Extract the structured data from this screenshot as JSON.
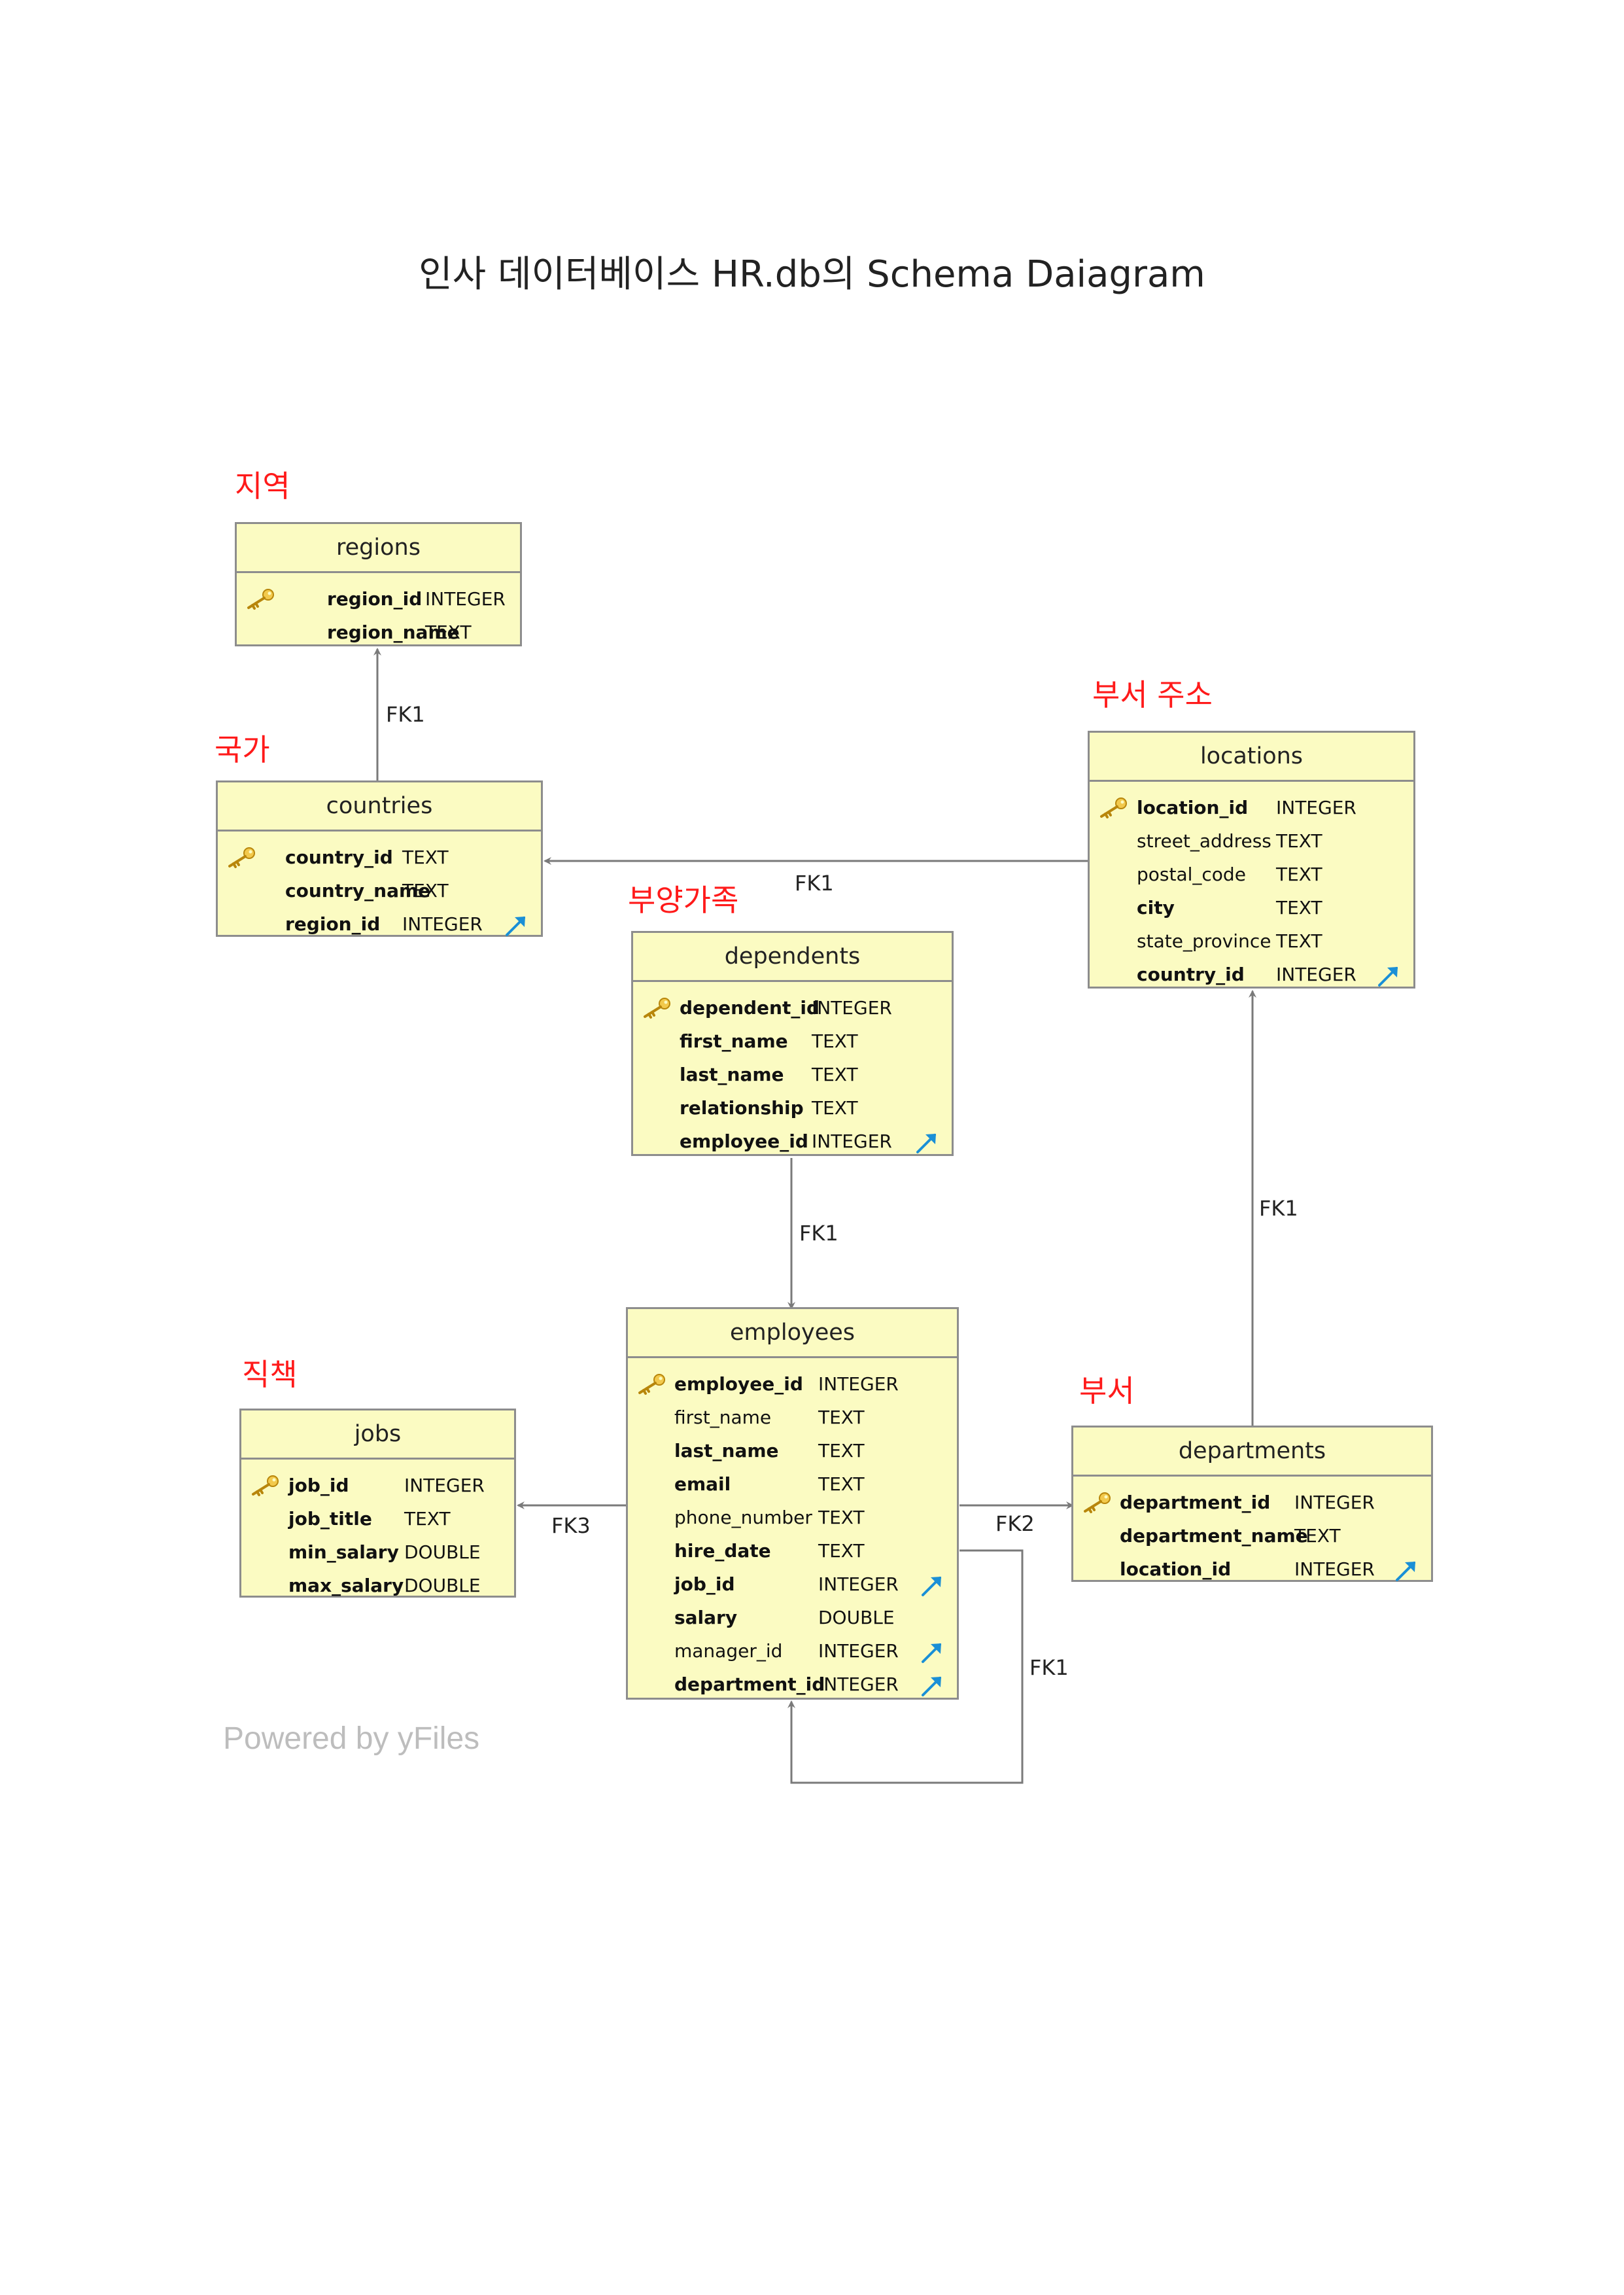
{
  "title": "인사 데이터베이스 HR.db의 Schema Daiagram",
  "watermark": "Powered by yFiles",
  "labels": {
    "regions": "지역",
    "countries": "국가",
    "locations": "부서 주소",
    "dependents": "부양가족",
    "jobs": "직책",
    "departments": "부서"
  },
  "colors": {
    "table_fill": "#fbfbc2",
    "table_border": "#8d8d8d",
    "korean_label": "#ff1a1a",
    "fk_icon": "#1a8fd6",
    "key_icon": "#e0b030",
    "edge": "#7a7a7a",
    "watermark": "#bdbdbd"
  },
  "tables": {
    "regions": {
      "name": "regions",
      "columns": [
        {
          "name": "region_id",
          "type": "INTEGER",
          "pk": true,
          "fk": false,
          "bold": true
        },
        {
          "name": "region_name",
          "type": "TEXT",
          "pk": false,
          "fk": false,
          "bold": true
        }
      ]
    },
    "countries": {
      "name": "countries",
      "columns": [
        {
          "name": "country_id",
          "type": "TEXT",
          "pk": true,
          "fk": false,
          "bold": true
        },
        {
          "name": "country_name",
          "type": "TEXT",
          "pk": false,
          "fk": false,
          "bold": true
        },
        {
          "name": "region_id",
          "type": "INTEGER",
          "pk": false,
          "fk": true,
          "bold": true
        }
      ]
    },
    "locations": {
      "name": "locations",
      "columns": [
        {
          "name": "location_id",
          "type": "INTEGER",
          "pk": true,
          "fk": false,
          "bold": true
        },
        {
          "name": "street_address",
          "type": "TEXT",
          "pk": false,
          "fk": false,
          "bold": false
        },
        {
          "name": "postal_code",
          "type": "TEXT",
          "pk": false,
          "fk": false,
          "bold": false
        },
        {
          "name": "city",
          "type": "TEXT",
          "pk": false,
          "fk": false,
          "bold": true
        },
        {
          "name": "state_province",
          "type": "TEXT",
          "pk": false,
          "fk": false,
          "bold": false
        },
        {
          "name": "country_id",
          "type": "INTEGER",
          "pk": false,
          "fk": true,
          "bold": true
        }
      ]
    },
    "dependents": {
      "name": "dependents",
      "columns": [
        {
          "name": "dependent_id",
          "type": "INTEGER",
          "pk": true,
          "fk": false,
          "bold": true
        },
        {
          "name": "first_name",
          "type": "TEXT",
          "pk": false,
          "fk": false,
          "bold": true
        },
        {
          "name": "last_name",
          "type": "TEXT",
          "pk": false,
          "fk": false,
          "bold": true
        },
        {
          "name": "relationship",
          "type": "TEXT",
          "pk": false,
          "fk": false,
          "bold": true
        },
        {
          "name": "employee_id",
          "type": "INTEGER",
          "pk": false,
          "fk": true,
          "bold": true
        }
      ]
    },
    "employees": {
      "name": "employees",
      "columns": [
        {
          "name": "employee_id",
          "type": "INTEGER",
          "pk": true,
          "fk": false,
          "bold": true
        },
        {
          "name": "first_name",
          "type": "TEXT",
          "pk": false,
          "fk": false,
          "bold": false
        },
        {
          "name": "last_name",
          "type": "TEXT",
          "pk": false,
          "fk": false,
          "bold": true
        },
        {
          "name": "email",
          "type": "TEXT",
          "pk": false,
          "fk": false,
          "bold": true
        },
        {
          "name": "phone_number",
          "type": "TEXT",
          "pk": false,
          "fk": false,
          "bold": false
        },
        {
          "name": "hire_date",
          "type": "TEXT",
          "pk": false,
          "fk": false,
          "bold": true
        },
        {
          "name": "job_id",
          "type": "INTEGER",
          "pk": false,
          "fk": true,
          "bold": true
        },
        {
          "name": "salary",
          "type": "DOUBLE",
          "pk": false,
          "fk": false,
          "bold": true
        },
        {
          "name": "manager_id",
          "type": "INTEGER",
          "pk": false,
          "fk": true,
          "bold": false
        },
        {
          "name": "department_id",
          "type": "INTEGER",
          "pk": false,
          "fk": true,
          "bold": true
        }
      ]
    },
    "jobs": {
      "name": "jobs",
      "columns": [
        {
          "name": "job_id",
          "type": "INTEGER",
          "pk": true,
          "fk": false,
          "bold": true
        },
        {
          "name": "job_title",
          "type": "TEXT",
          "pk": false,
          "fk": false,
          "bold": true
        },
        {
          "name": "min_salary",
          "type": "DOUBLE",
          "pk": false,
          "fk": false,
          "bold": true
        },
        {
          "name": "max_salary",
          "type": "DOUBLE",
          "pk": false,
          "fk": false,
          "bold": true
        }
      ]
    },
    "departments": {
      "name": "departments",
      "columns": [
        {
          "name": "department_id",
          "type": "INTEGER",
          "pk": true,
          "fk": false,
          "bold": true
        },
        {
          "name": "department_name",
          "type": "TEXT",
          "pk": false,
          "fk": false,
          "bold": true
        },
        {
          "name": "location_id",
          "type": "INTEGER",
          "pk": false,
          "fk": true,
          "bold": true
        }
      ]
    }
  },
  "relations": [
    {
      "label": "FK1",
      "from": "countries",
      "to": "regions"
    },
    {
      "label": "FK1",
      "from": "locations",
      "to": "countries"
    },
    {
      "label": "FK1",
      "from": "dependents",
      "to": "employees"
    },
    {
      "label": "FK1",
      "from": "departments",
      "to": "locations"
    },
    {
      "label": "FK3",
      "from": "employees",
      "to": "jobs"
    },
    {
      "label": "FK2",
      "from": "employees",
      "to": "departments"
    },
    {
      "label": "FK1",
      "from": "employees",
      "to": "employees"
    }
  ]
}
